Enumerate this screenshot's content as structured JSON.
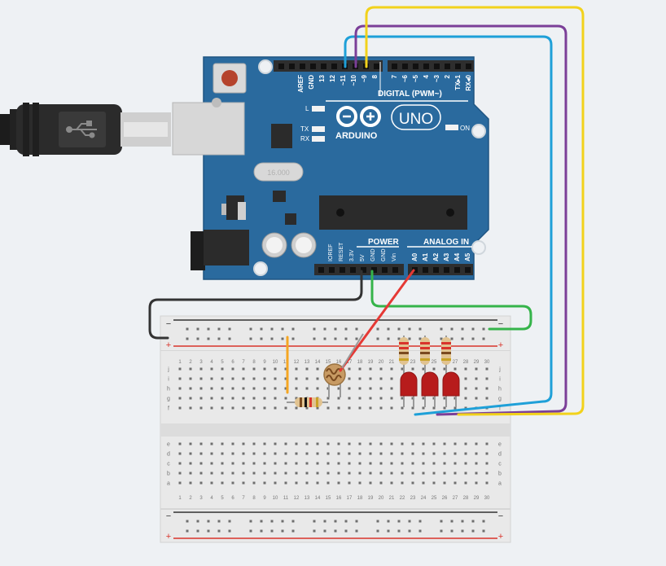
{
  "colors": {
    "background": "#eef1f4",
    "board": "#2a6a9e",
    "wire_black": "#333333",
    "wire_green": "#35b44a",
    "wire_red": "#e53935",
    "wire_yellow": "#f2d21b",
    "wire_purple": "#7b3f98",
    "wire_blue": "#1ea0d8",
    "wire_orange": "#f5a623",
    "led_red": "#b71c1c",
    "breadboard": "#e9e9e9"
  },
  "board": {
    "logo_text": "ARDUINO",
    "model": "UNO",
    "digital_label": "DIGITAL (PWM~)",
    "power_label": "POWER",
    "analog_label": "ANALOG IN",
    "led_l": "L",
    "led_tx": "TX",
    "led_rx": "RX",
    "on_label": "ON",
    "crystal_label": "16.000",
    "pins_top_left": [
      "AREF",
      "GND",
      "13",
      "12",
      "~11",
      "~10",
      "~9",
      "8"
    ],
    "pins_top_right": [
      "7",
      "~6",
      "~5",
      "4",
      "~3",
      "2",
      "TX▸1",
      "RX◂0"
    ],
    "pins_power": [
      "IOREF",
      "RESET",
      "3.3V",
      "5V",
      "GND",
      "GND",
      "Vin"
    ],
    "pins_analog": [
      "A0",
      "A1",
      "A2",
      "A3",
      "A4",
      "A5"
    ]
  },
  "breadboard": {
    "rail_minus": "−",
    "rail_plus": "+",
    "rows_upper": [
      "j",
      "i",
      "h",
      "g",
      "f"
    ],
    "rows_lower": [
      "e",
      "d",
      "c",
      "b",
      "a"
    ],
    "columns": [
      "1",
      "2",
      "3",
      "4",
      "5",
      "6",
      "7",
      "8",
      "9",
      "10",
      "11",
      "12",
      "13",
      "14",
      "15",
      "16",
      "17",
      "18",
      "19",
      "20",
      "21",
      "22",
      "23",
      "24",
      "25",
      "26",
      "27",
      "28",
      "29",
      "30"
    ]
  },
  "icons": {
    "usb": "usb-icon"
  }
}
